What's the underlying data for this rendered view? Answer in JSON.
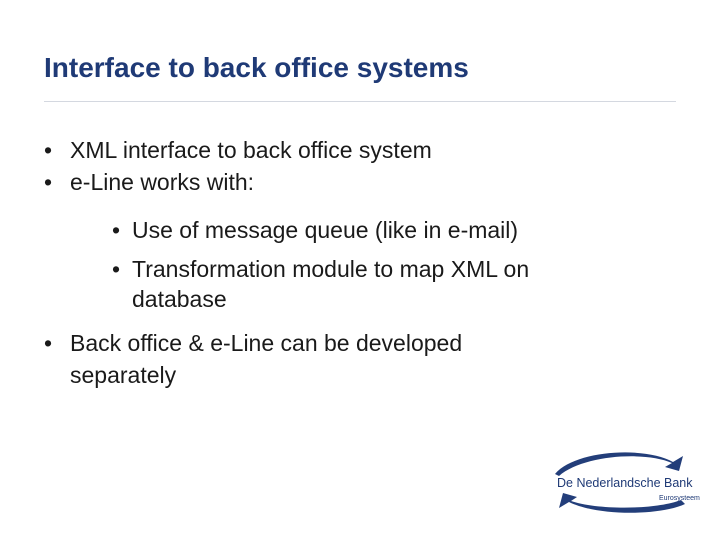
{
  "slide": {
    "title": "Interface to back office systems"
  },
  "bullets": [
    {
      "marker": "•",
      "lines": [
        "XML interface to back office system"
      ]
    },
    {
      "marker": "•",
      "lines": [
        "e-Line works with:"
      ]
    },
    {
      "marker": "•",
      "lines": [
        "Use of message queue (like in e-mail)"
      ]
    },
    {
      "marker": "•",
      "lines": [
        "Transformation module to map XML on",
        "database"
      ]
    },
    {
      "marker": "•",
      "lines": [
        "Back office & e-Line can be developed",
        "separately"
      ]
    }
  ],
  "logo": {
    "name": "De Nederlandsche Bank",
    "tagline": "Eurosysteem",
    "colors": {
      "swoosh_top": "#233e7a",
      "swoosh_bottom": "#233e7a",
      "text": "#1f3a76"
    }
  },
  "colors": {
    "title": "#1f3a76",
    "body_text": "#1a1a1a",
    "background": "#ffffff"
  }
}
